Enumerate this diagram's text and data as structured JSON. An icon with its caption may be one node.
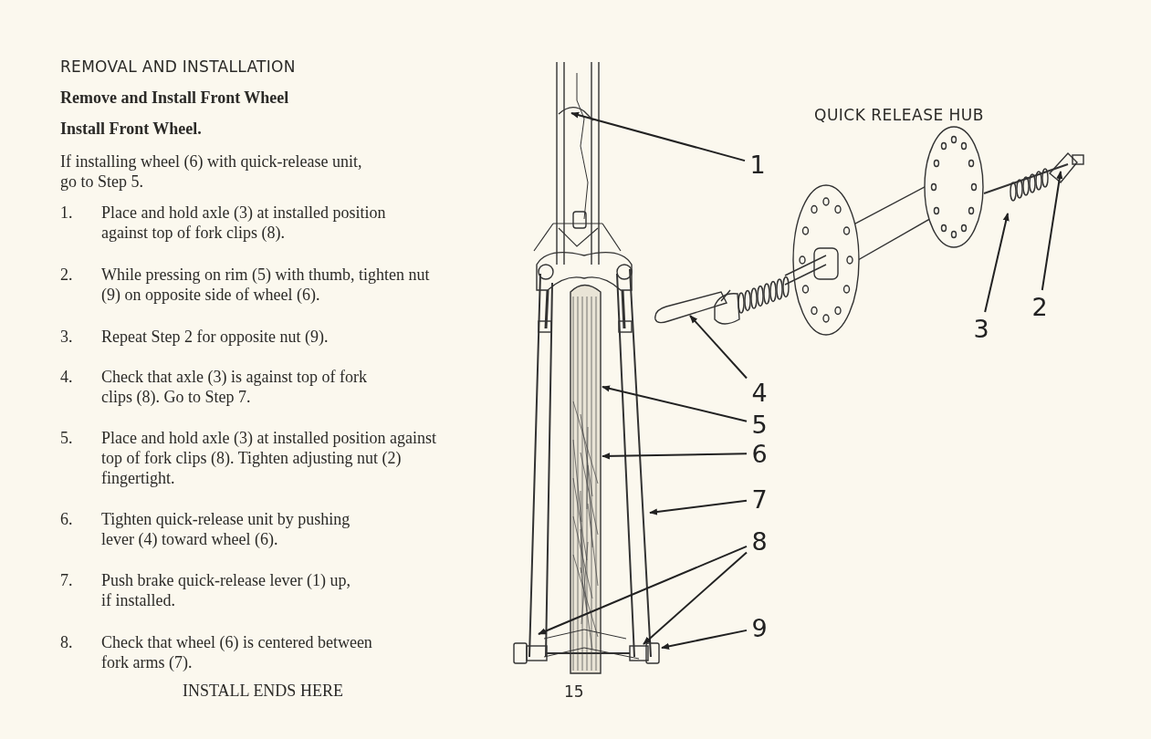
{
  "diagram": {
    "title": "REMOVAL AND INSTALLATION",
    "nodes": [
      {
        "text": [
          "1"
        ]
      },
      {
        "text": [
          "2"
        ]
      },
      {
        "text": [
          "3"
        ]
      },
      {
        "text": [
          "4"
        ]
      },
      {
        "text": [
          "5"
        ]
      },
      {
        "text": [
          "6"
        ]
      },
      {
        "text": [
          "7"
        ]
      },
      {
        "text": [
          "8"
        ]
      },
      {
        "text": [
          "9"
        ]
      }
    ],
    "edges": [
      {
        "from": 0,
        "to": null,
        "arrow": "to"
      },
      {
        "from": 1,
        "to": null,
        "arrow": "to"
      },
      {
        "from": 2,
        "to": null,
        "arrow": "to"
      },
      {
        "from": 3,
        "to": null,
        "arrow": "to"
      },
      {
        "from": 4,
        "to": null,
        "arrow": "to"
      },
      {
        "from": 5,
        "to": null,
        "arrow": "to"
      },
      {
        "from": 6,
        "to": null,
        "arrow": "to"
      },
      {
        "from": 7,
        "to": null,
        "arrow": "to"
      },
      {
        "from": 7,
        "to": null,
        "arrow": "to"
      },
      {
        "from": 8,
        "to": null,
        "arrow": "to"
      }
    ],
    "labels": [
      "Remove and Install Front Wheel",
      "Install Front Wheel.",
      "If installing wheel (6) with quick-release unit, go to Step 5.",
      "1.",
      "Place and hold axle (3) at installed position against top of fork clips (8).",
      "2.",
      "While pressing on rim (5) with thumb, tighten nut (9) on opposite side of wheel (6).",
      "3.",
      "Repeat Step 2 for opposite nut (9).",
      "4.",
      "Check that axle (3) is against top of fork clips (8). Go to Step 7.",
      "5.",
      "Place and hold axle (3) at installed position against top of fork clips (8). Tighten adjusting nut (2) fingertight.",
      "6.",
      "Tighten quick-release unit by pushing lever (4) toward wheel (6).",
      "7.",
      "Push brake quick-release lever (1) up, if installed.",
      "8.",
      "Check that wheel (6) is centered between fork arms (7).",
      "INSTALL ENDS HERE",
      "15",
      "QUICK RELEASE HUB"
    ]
  }
}
